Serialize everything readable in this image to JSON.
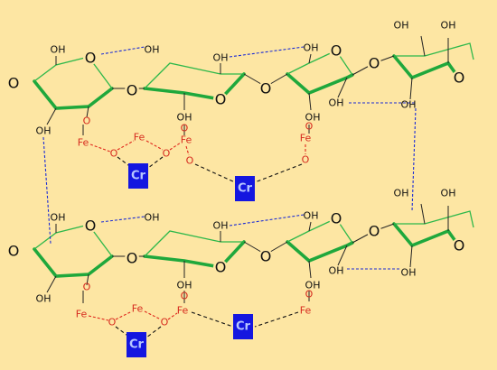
{
  "labels": {
    "oh": "OH",
    "o": "O",
    "fe": "Fe",
    "cr": "Cr"
  },
  "colors": {
    "background": "#fde6a3",
    "ring": "#1fa83c",
    "hydrogen_bond": "#1a2bd6",
    "iron_coordination": "#e0261b",
    "chromium_box": "#1416e0"
  }
}
